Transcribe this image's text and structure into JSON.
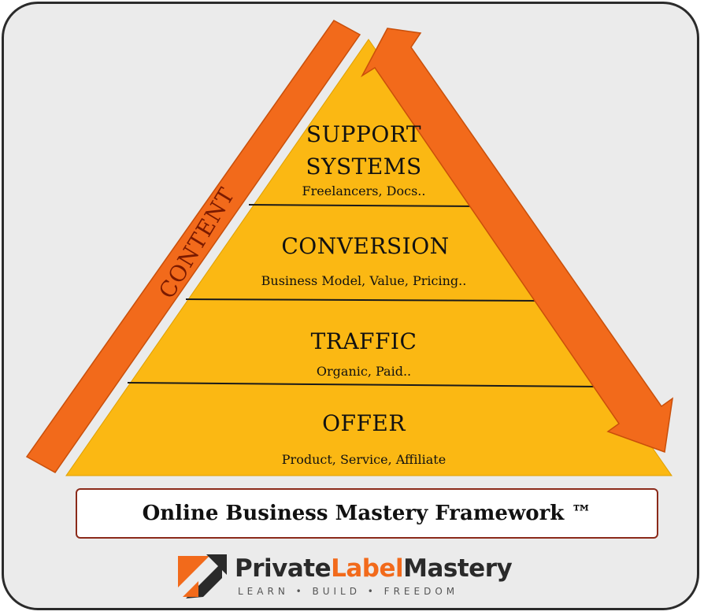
{
  "diagram": {
    "levels": [
      {
        "title_line1": "SUPPORT",
        "title_line2": "SYSTEMS",
        "subtitle": "Freelancers, Docs.."
      },
      {
        "title": "CONVERSION",
        "subtitle": "Business Model, Value, Pricing.."
      },
      {
        "title": "TRAFFIC",
        "subtitle": "Organic, Paid.."
      },
      {
        "title": "OFFER",
        "subtitle": "Product, Service, Affiliate"
      }
    ],
    "side_label": "CONTENT",
    "framework_title": "Online Business Mastery Framework ™",
    "colors": {
      "pyramid_fill": "#fbb813",
      "arrow": "#f26a1b",
      "background": "#ebebeb",
      "divider": "#1a1a1a"
    }
  },
  "brand": {
    "name_part1": "Private",
    "name_part2": "Label",
    "name_part3": "Mastery",
    "tagline": "LEARN • BUILD • FREEDOM"
  }
}
